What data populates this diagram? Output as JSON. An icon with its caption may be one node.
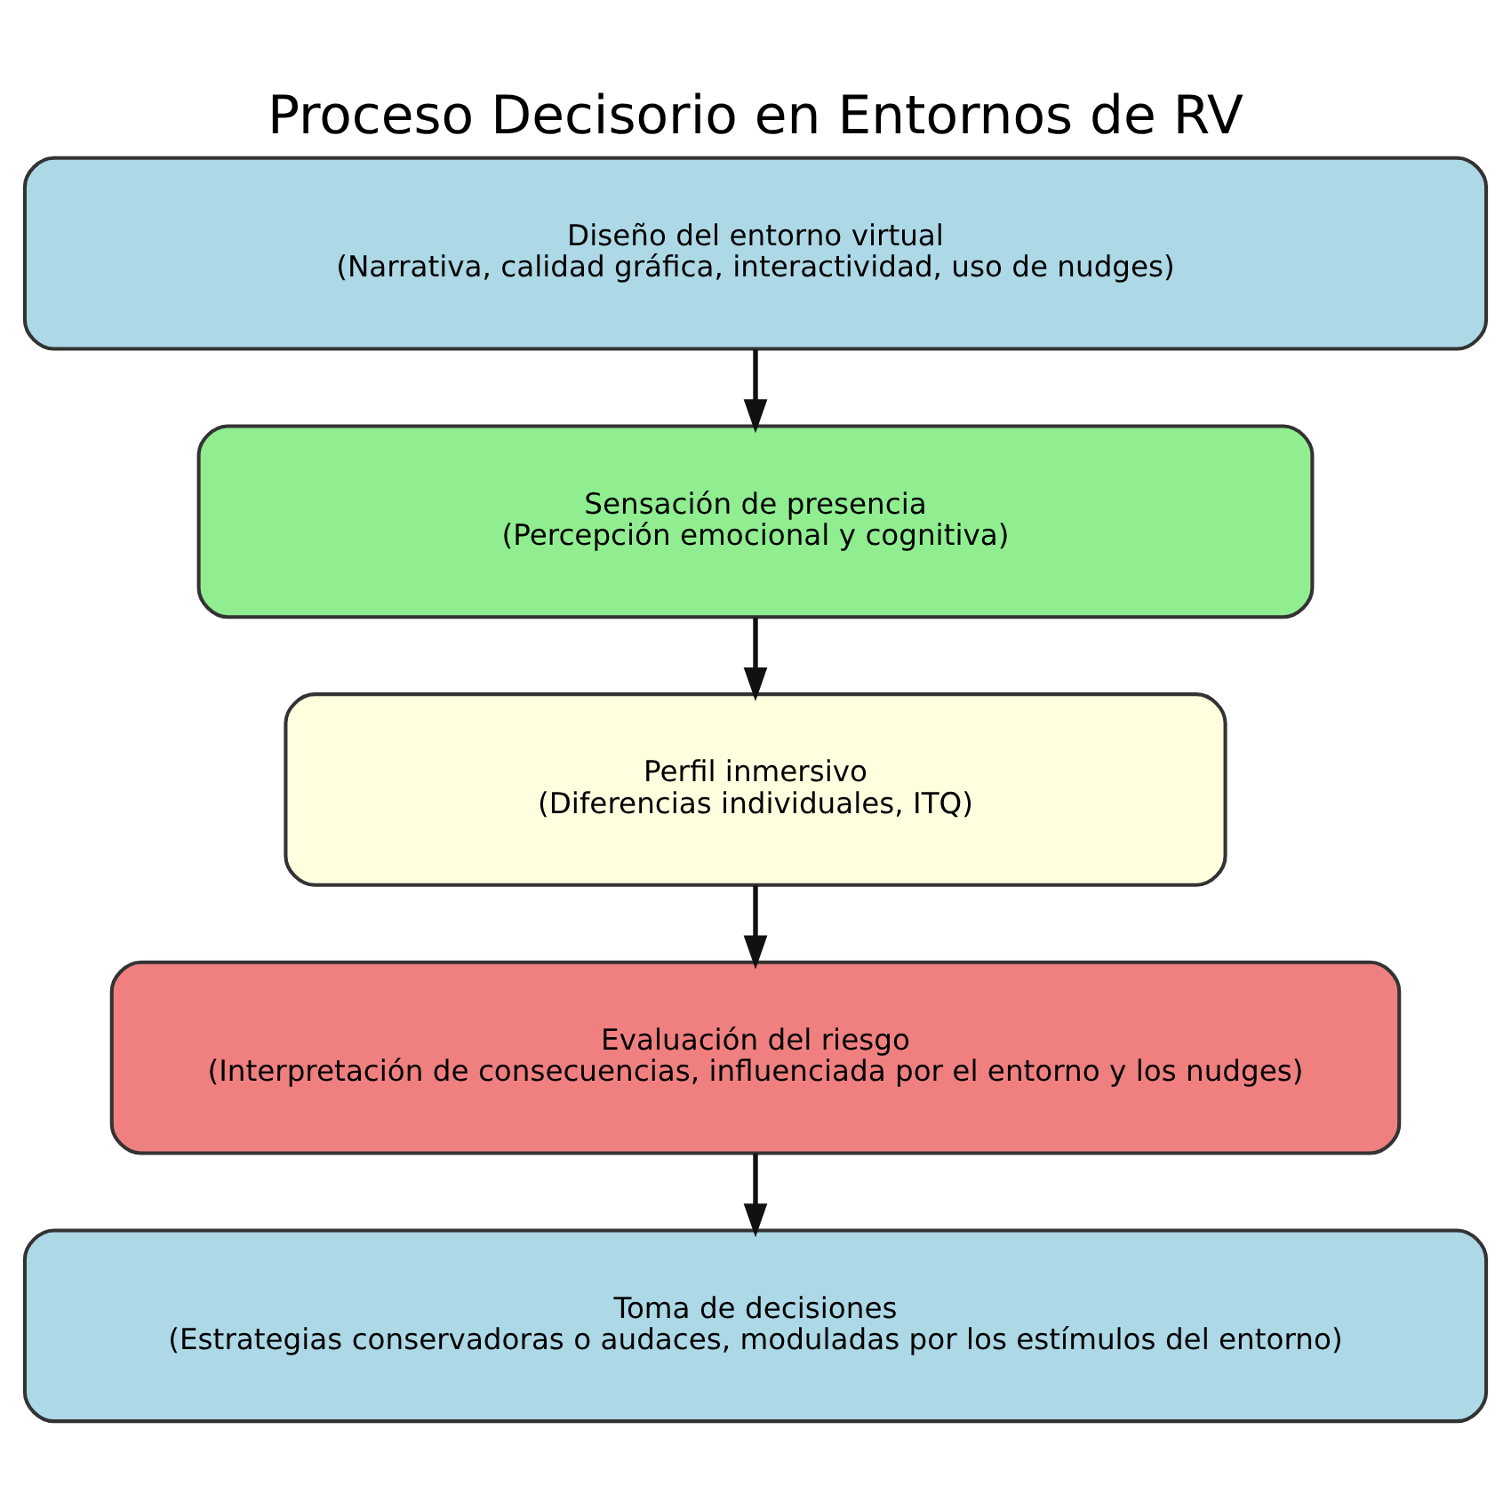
{
  "diagram": {
    "title": "Proceso Decisorio en Entornos de RV",
    "nodes": [
      {
        "text": [
          "Diseño del entorno virtual",
          "(Narrativa, calidad gráfica, interactividad, uso de nudges)"
        ]
      },
      {
        "text": [
          "Sensación de presencia",
          "(Percepción emocional y cognitiva)"
        ]
      },
      {
        "text": [
          "Perfil inmersivo",
          "(Diferencias individuales, ITQ)"
        ]
      },
      {
        "text": [
          "Evaluación del riesgo",
          "(Interpretación de consecuencias, influenciada por el entorno y los nudges)"
        ]
      },
      {
        "text": [
          "Toma de decisiones",
          "(Estrategias conservadoras o audaces, moduladas por los estímulos del entorno)"
        ]
      }
    ],
    "edges": [
      {
        "from": 0,
        "to": 1,
        "arrow": "to"
      },
      {
        "from": 1,
        "to": 2,
        "arrow": "to"
      },
      {
        "from": 2,
        "to": 3,
        "arrow": "to"
      },
      {
        "from": 3,
        "to": 4,
        "arrow": "to"
      }
    ]
  }
}
